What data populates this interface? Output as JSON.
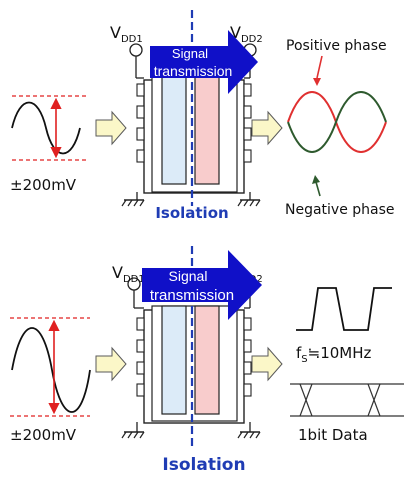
{
  "top_panel": {
    "vdd1": {
      "main": "V",
      "sub": "DD1"
    },
    "vdd2": {
      "main": "V",
      "sub": "DD2"
    },
    "arrow_label_line1": "Signal",
    "arrow_label_line2": "transmission",
    "isolation_label": "Isolation",
    "input_amplitude": "±200mV",
    "positive_phase_label": "Positive phase",
    "negative_phase_label": "Negative phase"
  },
  "bottom_panel": {
    "vdd1": {
      "main": "V",
      "sub": "DD1"
    },
    "vdd2": {
      "main": "V",
      "sub": "DD2"
    },
    "arrow_label_line1": "Signal",
    "arrow_label_line2": "transmission",
    "isolation_label": "Isolation",
    "input_amplitude": "±200mV",
    "sampling_freq": {
      "main": "f",
      "sub": "S",
      "rest": "≒10MHz"
    },
    "data_label": "1bit Data"
  },
  "colors": {
    "accent_blue": "#1f3cb4",
    "arrow_blue": "#1010c8",
    "amplitude_red": "#e02020",
    "positive_phase": "#e03030",
    "negative_phase": "#2e5a2e",
    "side_arrow_fill": "#fbf7c8",
    "die_left": "#dcebf8",
    "die_right": "#f8cccc"
  },
  "icons": [
    "ground-icon",
    "supply-terminal-icon",
    "direction-arrow-icon"
  ]
}
